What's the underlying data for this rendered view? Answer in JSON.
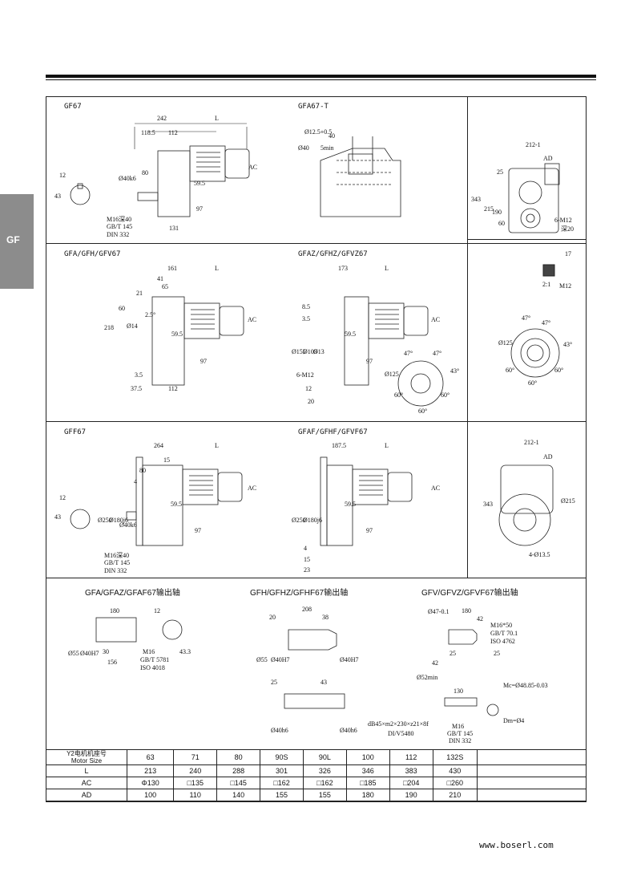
{
  "side_tab": "GF",
  "sections": {
    "gf67": "GF67",
    "gfa67t": "GFA67-T",
    "gfa": "GFA/GFH/GFV67",
    "gfaz": "GFAZ/GFHZ/GFVZ67",
    "gff": "GFF67",
    "gfaf": "GFAF/GFHF/GFVF67",
    "out1": "GFA/GFAZ/GFAF67输出轴",
    "out2": "GFH/GFHZ/GFHF67输出轴",
    "out3": "GFV/GFVZ/GFVF67输出轴"
  },
  "dims": {
    "gf67": [
      "242",
      "L",
      "118.5",
      "112",
      "12",
      "80",
      "Ø40k6",
      "43",
      "59.5",
      "AC",
      "97",
      "131",
      "M16深40",
      "GB/T 145",
      "DIN 332"
    ],
    "gfa67t": [
      "Ø40",
      "Ø12.5+0.5",
      "40",
      "5min"
    ],
    "right_top": [
      "212-1",
      "AD",
      "25",
      "343",
      "215",
      "190",
      "60",
      "6-M12",
      "深20",
      "17",
      "2:1",
      "M12",
      "47°",
      "47°",
      "Ø125",
      "43°",
      "60°",
      "60°",
      "60°"
    ],
    "gfa": [
      "161",
      "L",
      "41",
      "65",
      "21",
      "60",
      "2.5°",
      "218",
      "Ø14",
      "59.5",
      "AC",
      "97",
      "3.5",
      "37.5",
      "112"
    ],
    "gfaz": [
      "173",
      "L",
      "8.5",
      "3.5",
      "Ø155",
      "Ø105",
      "Ø13",
      "59.5",
      "AC",
      "97",
      "6-M12",
      "12",
      "20",
      "47°",
      "47°",
      "Ø125",
      "43°",
      "60°",
      "60°",
      "60°"
    ],
    "gff": [
      "264",
      "L",
      "15",
      "80",
      "4",
      "12",
      "43",
      "Ø250",
      "Ø180j6",
      "Ø40k6",
      "59.5",
      "AC",
      "97",
      "M16深40",
      "GB/T 145",
      "DIN 332"
    ],
    "gfaf": [
      "187.5",
      "L",
      "Ø250",
      "Ø180j6",
      "59.5",
      "AC",
      "97",
      "4",
      "15",
      "23",
      "212-1",
      "AD",
      "343",
      "Ø215",
      "4-Ø13.5"
    ],
    "out1": [
      "180",
      "12",
      "Ø55",
      "Ø40H7",
      "30",
      "156",
      "M16",
      "GB/T 5781",
      "ISO 4018",
      "43.3"
    ],
    "out2": [
      "208",
      "20",
      "38",
      "Ø55",
      "Ø40H7",
      "Ø40H7",
      "25",
      "43",
      "Ø40h6",
      "Ø40h6"
    ],
    "out3": [
      "Ø47-0.1",
      "180",
      "42",
      "M16*50",
      "GB/T 70.1",
      "ISO 4762",
      "25",
      "25",
      "42",
      "Ø52min",
      "130",
      "Mc=Ø48.85-0.03",
      "M16",
      "GB/T 145",
      "DIN 332",
      "dB45×m2×230×z21×8f",
      "DI/V5480",
      "Dm=Ø4"
    ]
  },
  "table": {
    "header": [
      "Y2电机机座号",
      "Motor Size"
    ],
    "motor_sizes": [
      "63",
      "71",
      "80",
      "90S",
      "90L",
      "100",
      "112",
      "132S"
    ],
    "rows": [
      {
        "label": "L",
        "values": [
          "213",
          "240",
          "288",
          "301",
          "326",
          "346",
          "383",
          "430"
        ]
      },
      {
        "label": "AC",
        "values": [
          "Φ130",
          "□135",
          "□145",
          "□162",
          "□162",
          "□185",
          "□204",
          "□260"
        ]
      },
      {
        "label": "AD",
        "values": [
          "100",
          "110",
          "140",
          "155",
          "155",
          "180",
          "190",
          "210"
        ]
      }
    ]
  },
  "footer_url": "www.boserl.com"
}
